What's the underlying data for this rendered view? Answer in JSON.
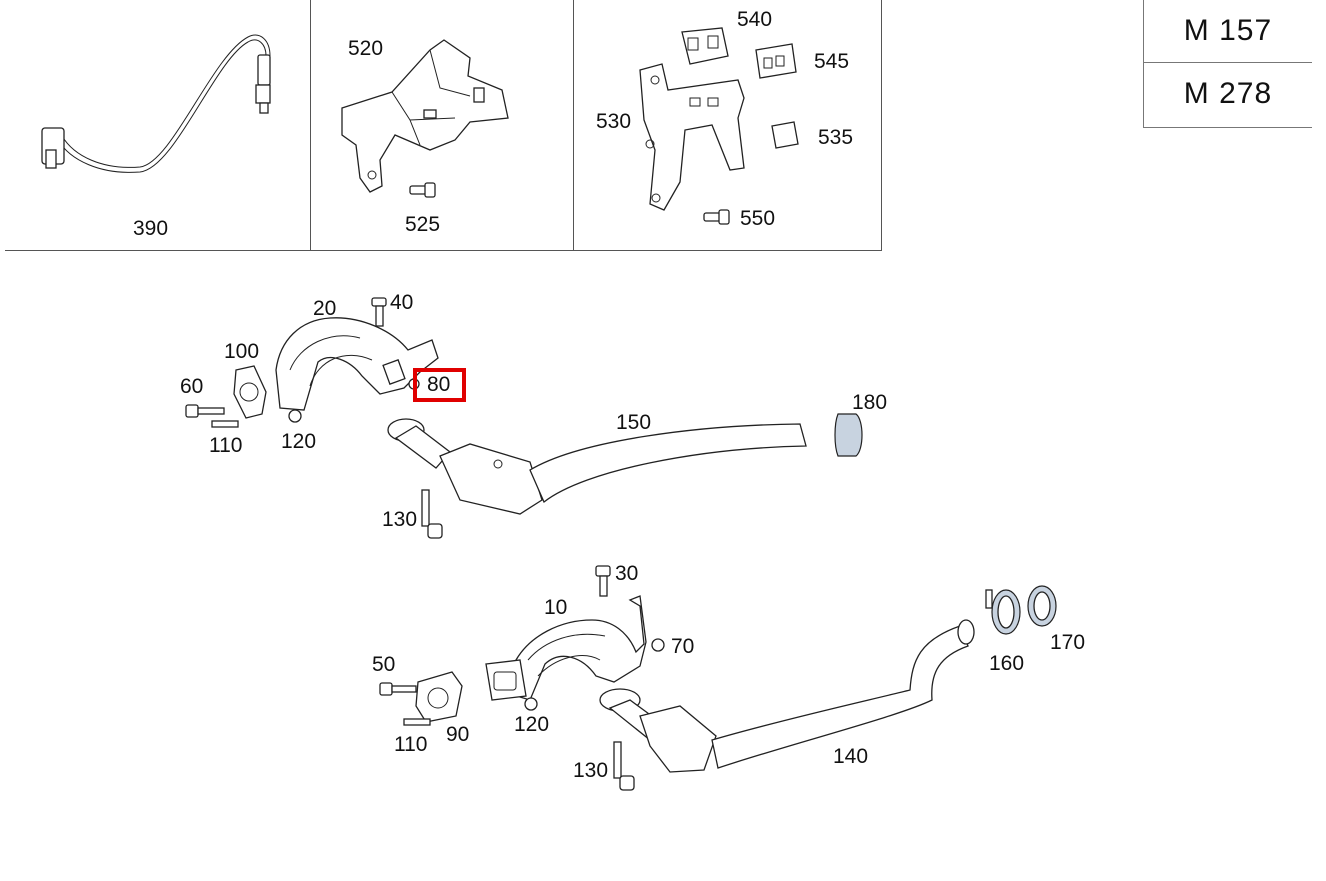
{
  "engines": [
    "M  157",
    "M  278"
  ],
  "highlight_color": "#e00000",
  "callouts": {
    "p390": "390",
    "p520": "520",
    "p525": "525",
    "p530": "530",
    "p535": "535",
    "p540": "540",
    "p545": "545",
    "p550": "550",
    "p20": "20",
    "p40": "40",
    "p100": "100",
    "p60": "60",
    "p80": "80",
    "p110a": "110",
    "p120a": "120",
    "p150": "150",
    "p180": "180",
    "p130a": "130",
    "p30": "30",
    "p10": "10",
    "p70": "70",
    "p50": "50",
    "p90": "90",
    "p110b": "110",
    "p120b": "120",
    "p130b": "130",
    "p140": "140",
    "p160": "160",
    "p170": "170"
  }
}
